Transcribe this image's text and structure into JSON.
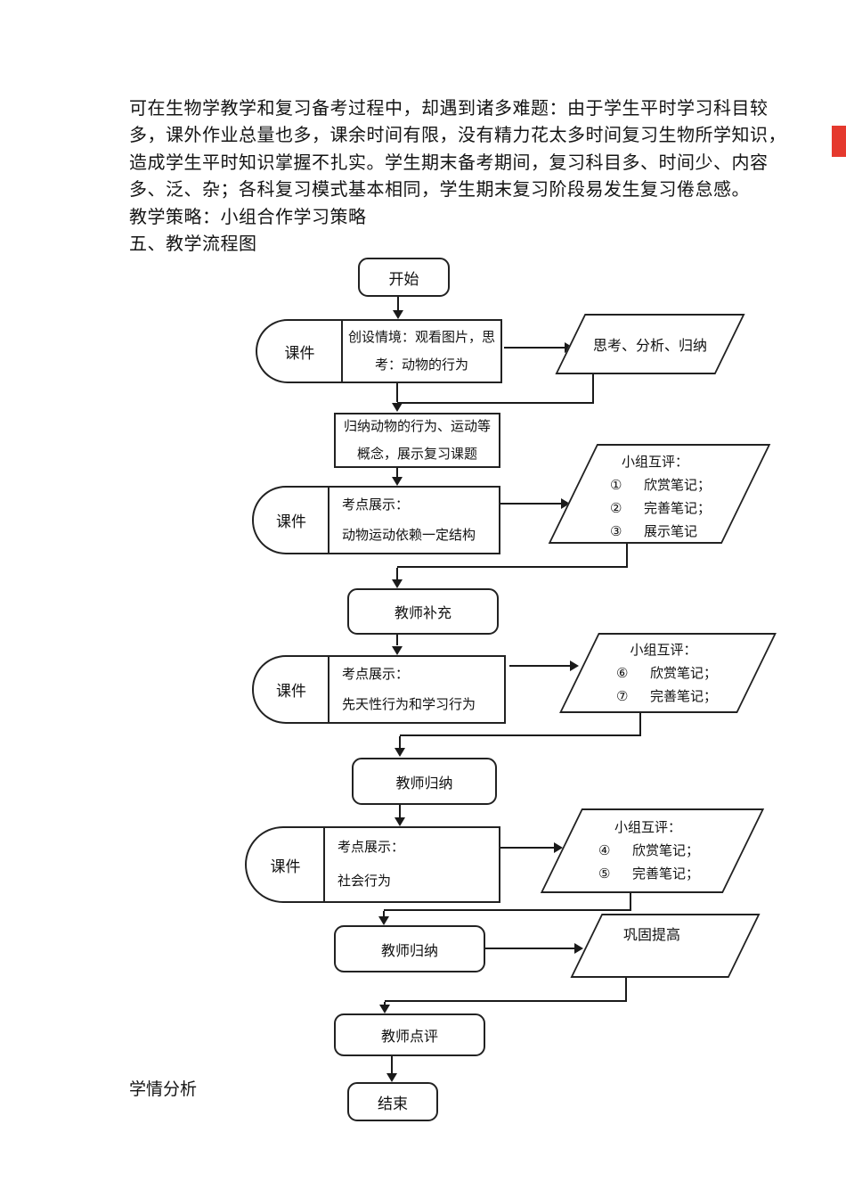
{
  "document": {
    "paragraph_lines": [
      "可在生物学教学和复习备考过程中，却遇到诸多难题：由于学生平时学习科目较",
      "多，课外作业总量也多，课余时间有限，没有精力花太多时间复习生物所学知识，",
      "造成学生平时知识掌握不扎实。学生期末备考期间，复习科目多、时间少、内容",
      "多、泛、杂；各科复习模式基本相同，学生期末复习阶段易发生复习倦怠感。"
    ],
    "strategy_line": "教学策略：小组合作学习策略",
    "section_heading": "五、教学流程图",
    "bottom_label": "学情分析",
    "highlight_marker_color": "#e5392e",
    "highlight_marker_style": "display:block;width:100%;height:100%;background:#e5392e"
  },
  "flowchart": {
    "start": "开始",
    "courseware_label": "课件",
    "row1": {
      "box_line1": "创设情境：观看图片，思",
      "box_line2": "考：动物的行为",
      "side": "思考、分析、归纳"
    },
    "summarize_box_line1": "归纳动物的行为、运动等",
    "summarize_box_line2": "概念，展示复习课题",
    "row2": {
      "box_line1": "考点展示：",
      "box_line2": "动物运动依赖一定结构",
      "side_title": "小组互评：",
      "side_items": [
        {
          "num": "①",
          "text": "欣赏笔记；"
        },
        {
          "num": "②",
          "text": "完善笔记；"
        },
        {
          "num": "③",
          "text": "展示笔记"
        }
      ]
    },
    "teacher_supplement": "教师补充",
    "row3": {
      "box_line1": "考点展示：",
      "box_line2": "先天性行为和学习行为",
      "side_title": "小组互评：",
      "side_items": [
        {
          "num": "⑥",
          "text": "欣赏笔记；"
        },
        {
          "num": "⑦",
          "text": "完善笔记；"
        }
      ]
    },
    "teacher_summary_1": "教师归纳",
    "row4": {
      "box_line1": "考点展示：",
      "box_line2": "社会行为",
      "side_title": "小组互评：",
      "side_items": [
        {
          "num": "④",
          "text": "欣赏笔记；"
        },
        {
          "num": "⑤",
          "text": "完善笔记；"
        }
      ]
    },
    "teacher_summary_2": "教师归纳",
    "consolidate": "巩固提高",
    "teacher_comment": "教师点评",
    "end": "结束"
  }
}
